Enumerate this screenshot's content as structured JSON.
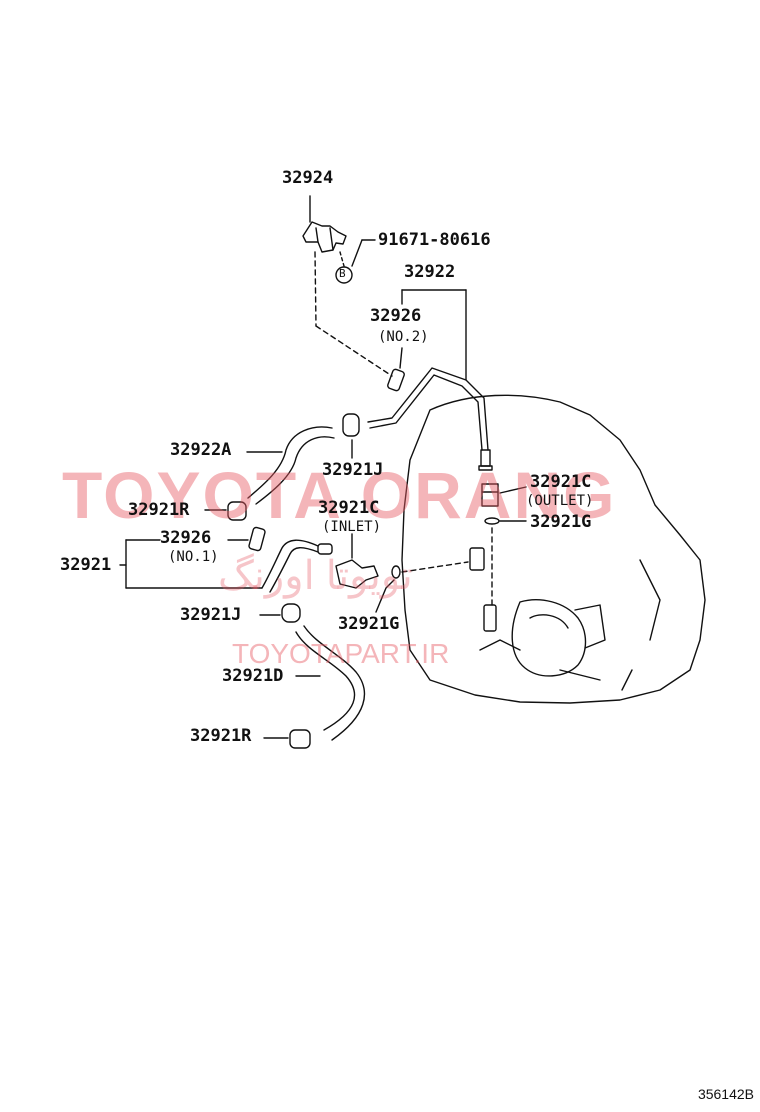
{
  "labels": {
    "p32924": "32924",
    "p91671": "91671-80616",
    "bolt_b": "B",
    "p32922": "32922",
    "p32926_top": "32926",
    "no2": "(NO.2)",
    "p32922A": "32922A",
    "p32921J_top": "32921J",
    "p32921C_right": "32921C",
    "outlet": "(OUTLET)",
    "p32921R_top": "32921R",
    "p32921C_mid": "32921C",
    "inlet": "(INLET)",
    "p32921G_right": "32921G",
    "p32926_bot": "32926",
    "no1": "(NO.1)",
    "p32921": "32921",
    "p32921J_bot": "32921J",
    "p32921G_bot": "32921G",
    "p32921D": "32921D",
    "p32921R_bot": "32921R"
  },
  "watermark": {
    "brand": "TOYOTA ORANG",
    "persian": "تویوتا اورنگ",
    "url": "TOYOTAPART.IR"
  },
  "figure_code": "356142B",
  "colors": {
    "line": "#111111",
    "watermark": "#e65a64"
  }
}
